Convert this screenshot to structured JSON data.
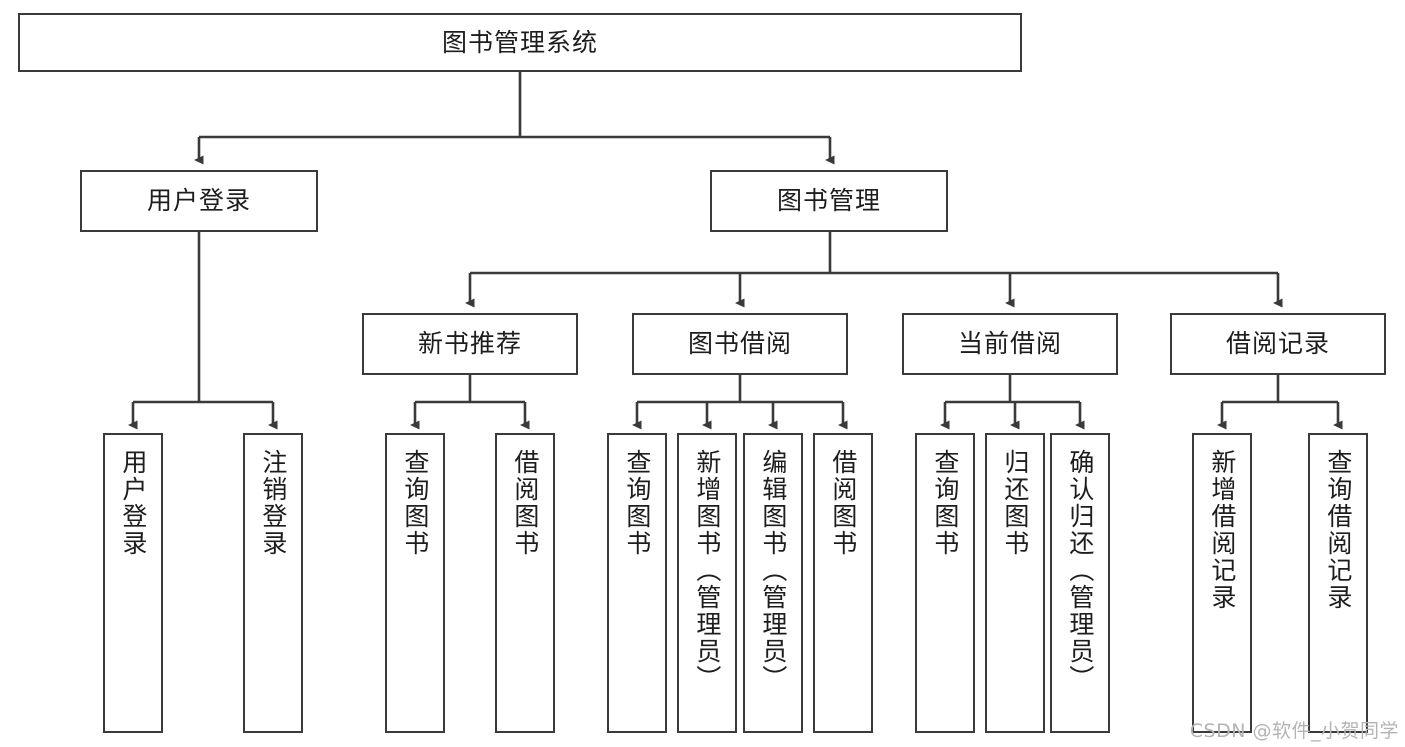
{
  "diagram": {
    "type": "tree",
    "title": "图书管理系统",
    "watermark": "CSDN @软件_小贺同学",
    "colors": {
      "background": "#ffffff",
      "border": "#3a3a3a",
      "text": "#1d1d1d",
      "edge": "#3a3a3a",
      "watermark": "#b4b4b4"
    },
    "nodes": {
      "root": "图书管理系统",
      "level2": [
        {
          "label": "用户登录"
        },
        {
          "label": "图书管理"
        }
      ],
      "level3": [
        {
          "label": "新书推荐"
        },
        {
          "label": "图书借阅"
        },
        {
          "label": "当前借阅"
        },
        {
          "label": "借阅记录"
        }
      ],
      "leaves": {
        "user_login": [
          {
            "label": "用户登录"
          },
          {
            "label": "注销登录"
          }
        ],
        "new_book_recommend": [
          {
            "label": "查询图书"
          },
          {
            "label": "借阅图书"
          }
        ],
        "book_borrow": [
          {
            "label": "查询图书"
          },
          {
            "label": "新增图书（管理员）"
          },
          {
            "label": "编辑图书（管理员）"
          },
          {
            "label": "借阅图书"
          }
        ],
        "current_borrow": [
          {
            "label": "查询图书"
          },
          {
            "label": "归还图书"
          },
          {
            "label": "确认归还（管理员）"
          }
        ],
        "borrow_record": [
          {
            "label": "新增借阅记录"
          },
          {
            "label": "查询借阅记录"
          }
        ]
      }
    }
  }
}
